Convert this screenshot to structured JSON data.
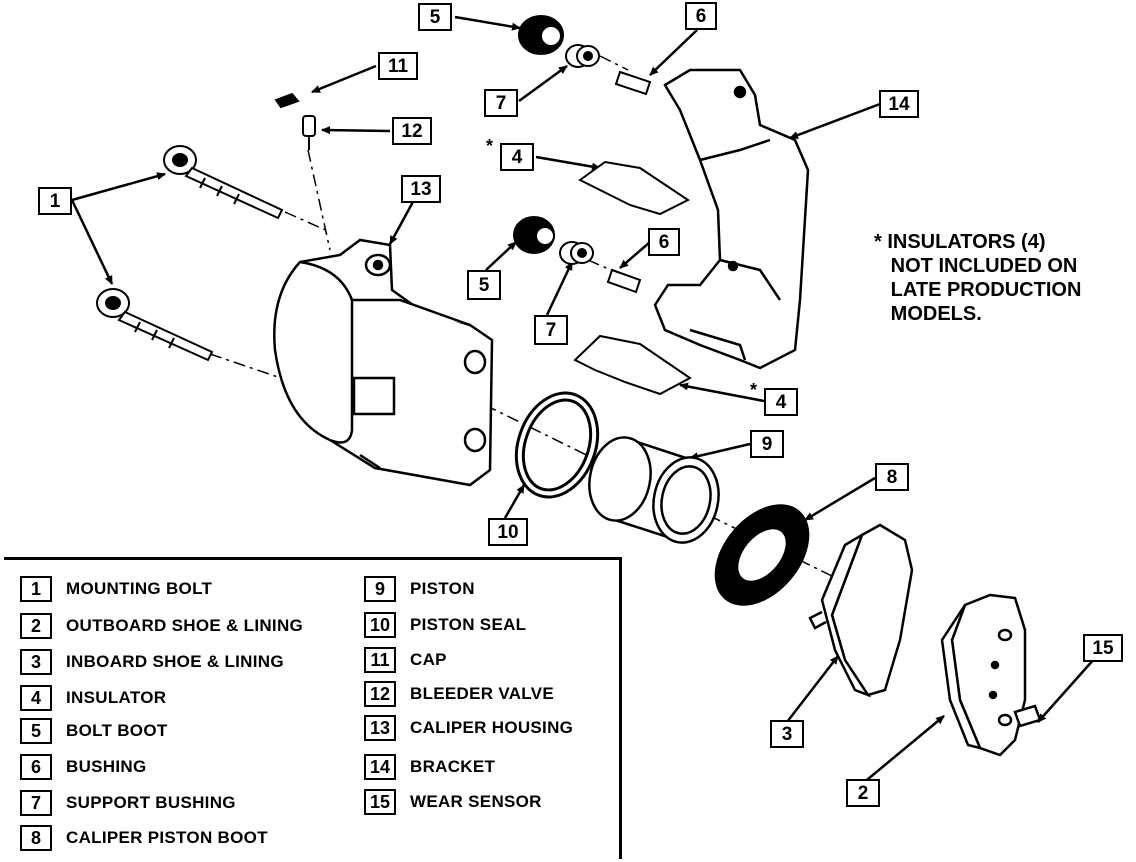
{
  "callouts": [
    {
      "id": "c5a",
      "text": "5"
    },
    {
      "id": "c6a",
      "text": "6"
    },
    {
      "id": "c11",
      "text": "11"
    },
    {
      "id": "c7a",
      "text": "7"
    },
    {
      "id": "c14",
      "text": "14"
    },
    {
      "id": "c12",
      "text": "12"
    },
    {
      "id": "c4a",
      "text": "4"
    },
    {
      "id": "c1",
      "text": "1"
    },
    {
      "id": "c13",
      "text": "13"
    },
    {
      "id": "c6b",
      "text": "6"
    },
    {
      "id": "c5b",
      "text": "5"
    },
    {
      "id": "c7b",
      "text": "7"
    },
    {
      "id": "c4b",
      "text": "4"
    },
    {
      "id": "c9",
      "text": "9"
    },
    {
      "id": "c8",
      "text": "8"
    },
    {
      "id": "c10",
      "text": "10"
    },
    {
      "id": "c15",
      "text": "15"
    },
    {
      "id": "c3",
      "text": "3"
    },
    {
      "id": "c2",
      "text": "2"
    }
  ],
  "star": "*",
  "note": "* INSULATORS (4)\n   NOT INCLUDED ON\n   LATE PRODUCTION\n   MODELS.",
  "legend": [
    {
      "num": "1",
      "label": "MOUNTING BOLT"
    },
    {
      "num": "2",
      "label": "OUTBOARD SHOE & LINING"
    },
    {
      "num": "3",
      "label": "INBOARD SHOE & LINING"
    },
    {
      "num": "4",
      "label": "INSULATOR"
    },
    {
      "num": "5",
      "label": "BOLT BOOT"
    },
    {
      "num": "6",
      "label": "BUSHING"
    },
    {
      "num": "7",
      "label": "SUPPORT BUSHING"
    },
    {
      "num": "8",
      "label": "CALIPER PISTON BOOT"
    },
    {
      "num": "9",
      "label": "PISTON"
    },
    {
      "num": "10",
      "label": "PISTON SEAL"
    },
    {
      "num": "11",
      "label": "CAP"
    },
    {
      "num": "12",
      "label": "BLEEDER VALVE"
    },
    {
      "num": "13",
      "label": "CALIPER HOUSING"
    },
    {
      "num": "14",
      "label": "BRACKET"
    },
    {
      "num": "15",
      "label": "WEAR SENSOR"
    }
  ]
}
